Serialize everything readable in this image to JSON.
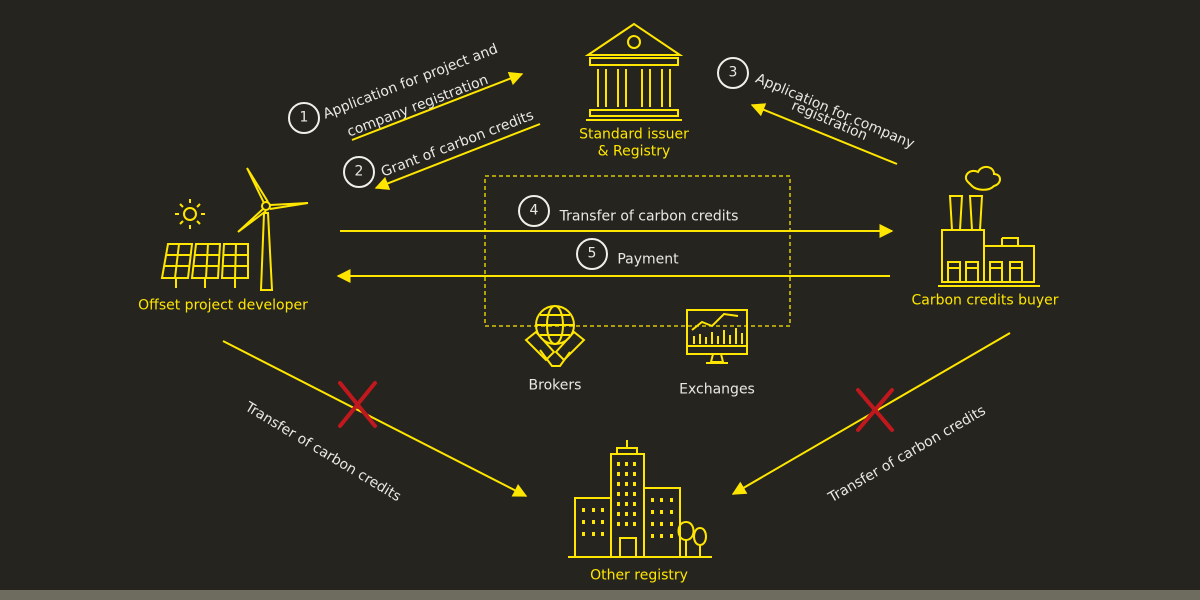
{
  "colors": {
    "background": "#25241f",
    "accent": "#ffe600",
    "text_light": "#e9e9e4",
    "cross": "#c0181d"
  },
  "nodes": {
    "issuer": {
      "line1": "Standard issuer",
      "line2": "& Registry"
    },
    "developer": {
      "label": "Offset project developer"
    },
    "buyer": {
      "label": "Carbon credits buyer"
    },
    "brokers": {
      "label": "Brokers"
    },
    "exchanges": {
      "label": "Exchanges"
    },
    "other_registry": {
      "label": "Other registry"
    }
  },
  "steps": [
    {
      "number": "1",
      "line1": "Application for project and",
      "line2": "company registration"
    },
    {
      "number": "2",
      "text": "Grant of carbon credits"
    },
    {
      "number": "3",
      "line1": "Application for company",
      "line2": "registration"
    },
    {
      "number": "4",
      "text": "Transfer of carbon credits"
    },
    {
      "number": "5",
      "text": "Payment"
    }
  ],
  "blocked_flows": {
    "left": "Transfer of carbon credits",
    "right": "Transfer of carbon credits"
  },
  "icons": [
    "bank-building-icon",
    "sun-icon",
    "solar-panel-icon",
    "wind-turbine-icon",
    "factory-icon",
    "globe-handshake-icon",
    "monitor-chart-icon",
    "office-buildings-icon",
    "cross-icon"
  ]
}
